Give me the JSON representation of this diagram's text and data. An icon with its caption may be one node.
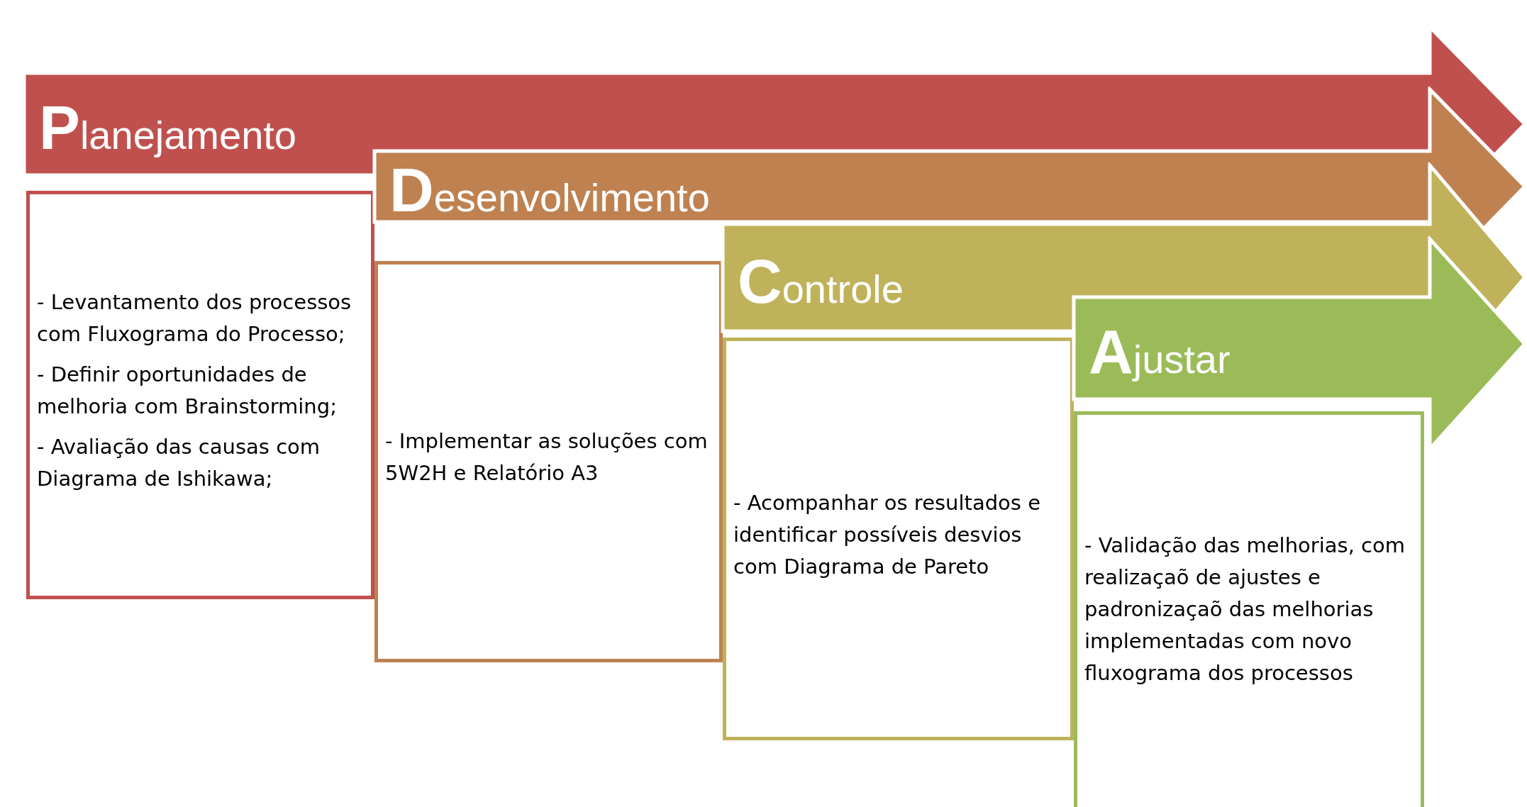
{
  "diagram": {
    "nodes": [
      {
        "text": [
          "Planejamento"
        ]
      },
      {
        "text": [
          "- Levantamento dos processos com Fluxograma do Processo;",
          "- Definir oportunidades de melhoria com Brainstorming;",
          "- Avaliação das causas com Diagrama de Ishikawa;"
        ]
      },
      {
        "text": [
          "Desenvolvimento"
        ]
      },
      {
        "text": [
          "- Implementar as soluções com 5W2H e Relatório A3"
        ]
      },
      {
        "text": [
          "Controle"
        ]
      },
      {
        "text": [
          "- Acompanhar os resultados e identificar possíveis desvios com Diagrama de Pareto"
        ]
      },
      {
        "text": [
          "Ajustar"
        ]
      },
      {
        "text": [
          "- Validação das melhorias, com realizaçaõ de ajustes e padronizaçaõ das melhorias implementadas com novo fluxograma dos processos"
        ]
      }
    ]
  }
}
